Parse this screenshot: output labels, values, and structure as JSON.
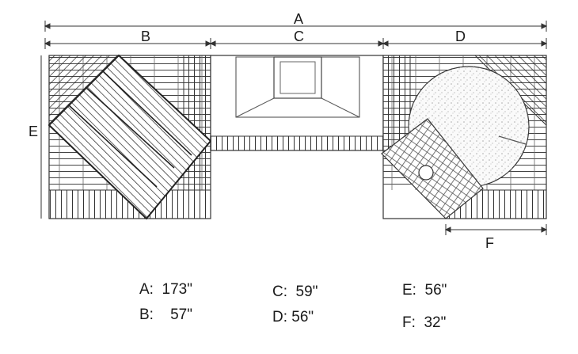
{
  "dimension_labels": {
    "a": "A",
    "b": "B",
    "c": "C",
    "d": "D",
    "e": "E",
    "f": "F"
  },
  "legend": {
    "a": "A:  173\"",
    "b": "B:    57\"",
    "c": "C:  59\"",
    "d": "D: 56\"",
    "e": "E:  56\"",
    "f": "F:  32\""
  }
}
